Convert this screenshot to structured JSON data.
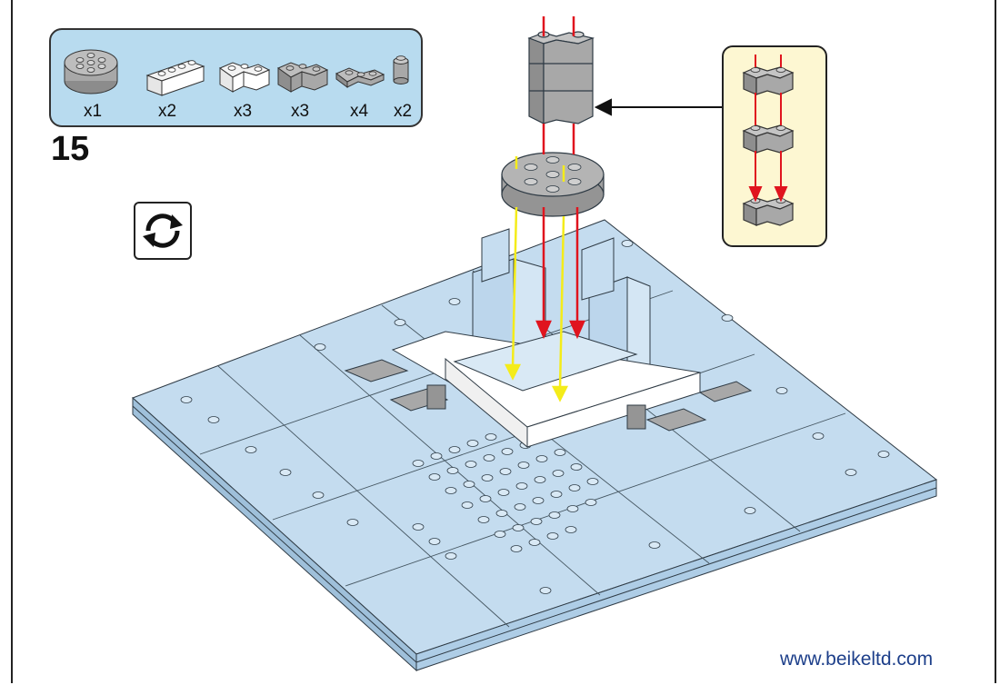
{
  "step_number": "15",
  "parts": [
    {
      "name": "gray-round-brick-icon",
      "qty": "x1"
    },
    {
      "name": "white-brick-1x4-icon",
      "qty": "x2"
    },
    {
      "name": "white-corner-brick-icon",
      "qty": "x3"
    },
    {
      "name": "gray-corner-brick-icon",
      "qty": "x3"
    },
    {
      "name": "gray-corner-plate-icon",
      "qty": "x4"
    },
    {
      "name": "gray-round-brick-small-icon",
      "qty": "x2"
    }
  ],
  "rotate_icon": "rotate-icon",
  "website": "www.beikeltd.com",
  "colors": {
    "parts_bg": "#b8dbef",
    "sub_bg": "#fdf7d2",
    "baseplate": "#b5d3ea",
    "gray_brick": "#a8a8a8",
    "white_brick": "#ffffff",
    "red_arrow": "#e0141e",
    "yellow_arrow": "#f4ec1a",
    "url_color": "#1d3f8a"
  }
}
